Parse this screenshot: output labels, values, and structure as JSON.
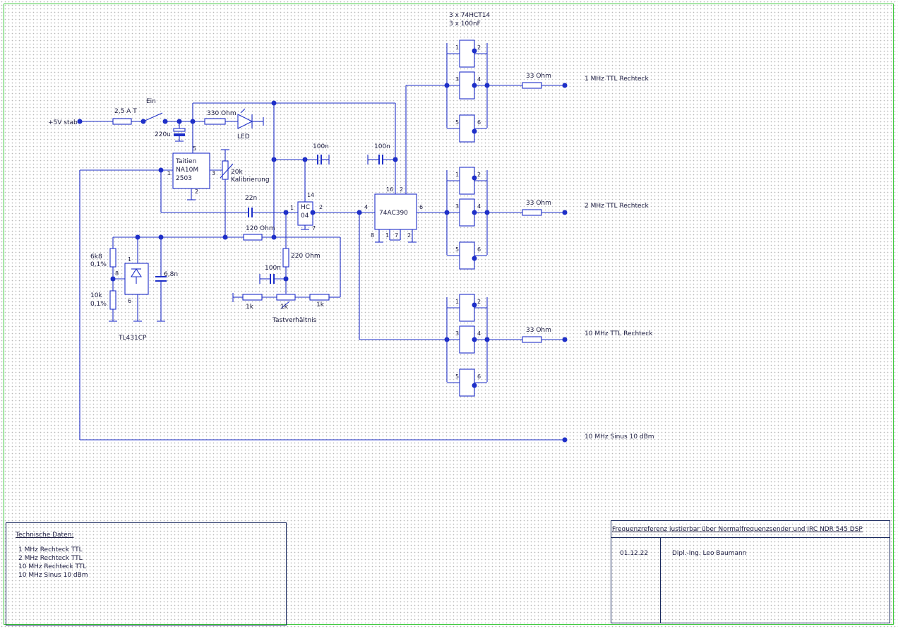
{
  "labels": {
    "input": "+5V stab",
    "fuse": "2,5 A T",
    "switch": "Ein",
    "cap_220u": "220u",
    "res_330": "330 Ohm",
    "led": "LED",
    "osc_line1": "Taitien",
    "osc_line2": "NA10M",
    "osc_line3": "2503",
    "pot_20k": "20k",
    "calibration": "Kalibrierung",
    "cap_22n": "22n",
    "res_120": "120 Ohm",
    "cap_100n_a": "100n",
    "cap_100n_b": "100n",
    "cap_100n_c": "100n",
    "hc04_line1": "HC",
    "hc04_line2": "04",
    "ac390": "74AC390",
    "res_220": "220 Ohm",
    "res_6k8": "6k8",
    "pct_1": "0,1%",
    "res_10k": "10k",
    "pct_2": "0,1%",
    "cap_6n8": "6,8n",
    "tl431": "TL431CP",
    "res_1k_a": "1k",
    "res_1k_b": "1k",
    "res_1k_c": "1k",
    "duty": "Tastverhältnis",
    "hct14_line1": "3 x 74HCT14",
    "hct14_line2": "3 x 100nF",
    "res_33_a": "33 Ohm",
    "res_33_b": "33 Ohm",
    "res_33_c": "33 Ohm",
    "out_1mhz": "1 MHz TTL Rechteck",
    "out_2mhz": "2 MHz TTL Rechteck",
    "out_10mhz": "10 MHz TTL Rechteck",
    "out_sine": "10 MHz Sinus 10 dBm"
  },
  "pins": {
    "osc_5": "5",
    "osc_1": "1",
    "osc_3": "3",
    "osc_2": "2",
    "hc_14": "14",
    "hc_1": "1",
    "hc_2": "2",
    "hc_7": "7",
    "ac_16": "16",
    "ac_2": "2",
    "ac_4": "4",
    "ac_6": "6",
    "ac_8": "8",
    "ac_1": "1",
    "ac_7": "7",
    "ac_2b": "2",
    "tl_1": "1",
    "tl_8": "8",
    "tl_6": "6",
    "g_1": "1",
    "g_2": "2",
    "g_3": "3",
    "g_4": "4",
    "g_5": "5",
    "g_6": "6"
  },
  "tech": {
    "title": "Technische Daten:",
    "items": [
      "1 MHz Rechteck TTL",
      "2 MHz Rechteck TTL",
      "10 MHz Rechteck TTL",
      "10 MHz Sinus 10 dBm"
    ]
  },
  "titleblock": {
    "title": "Frequenzreferenz justierbar über Normalfrequenzsender und JRC NDR 545 DSP",
    "date": "01.12.22",
    "author": "Dipl.-Ing. Leo Baumann"
  },
  "colors": {
    "wire": "#1e2fc8",
    "text": "#1b1b40",
    "border": "#3cc83c",
    "grid": "#b8b8b8"
  }
}
